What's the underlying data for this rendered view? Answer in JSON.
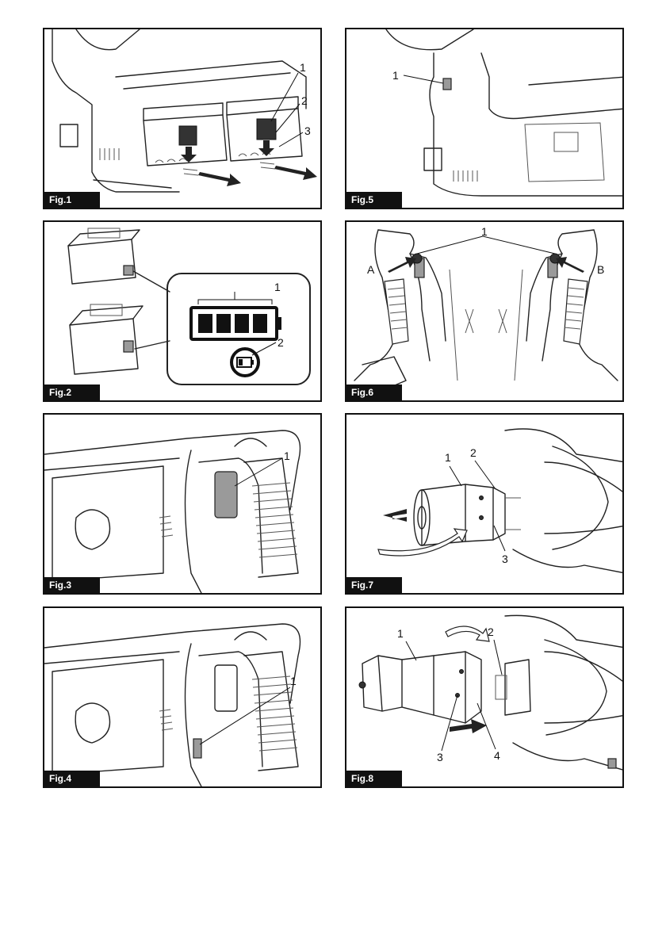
{
  "figures": [
    {
      "id": "fig1",
      "label": "Fig.1",
      "callouts": [
        "1",
        "2",
        "3"
      ]
    },
    {
      "id": "fig2",
      "label": "Fig.2",
      "callouts": [
        "1",
        "2"
      ]
    },
    {
      "id": "fig3",
      "label": "Fig.3",
      "callouts": [
        "1"
      ]
    },
    {
      "id": "fig4",
      "label": "Fig.4",
      "callouts": [
        "1"
      ]
    },
    {
      "id": "fig5",
      "label": "Fig.5",
      "callouts": [
        "1"
      ]
    },
    {
      "id": "fig6",
      "label": "Fig.6",
      "callouts": [
        "1",
        "A",
        "B"
      ]
    },
    {
      "id": "fig7",
      "label": "Fig.7",
      "callouts": [
        "1",
        "2",
        "3"
      ]
    },
    {
      "id": "fig8",
      "label": "Fig.8",
      "callouts": [
        "1",
        "2",
        "3",
        "4"
      ]
    }
  ],
  "icons": [
    "battery-level-icon",
    "low-battery-icon",
    "arrow-icon"
  ]
}
